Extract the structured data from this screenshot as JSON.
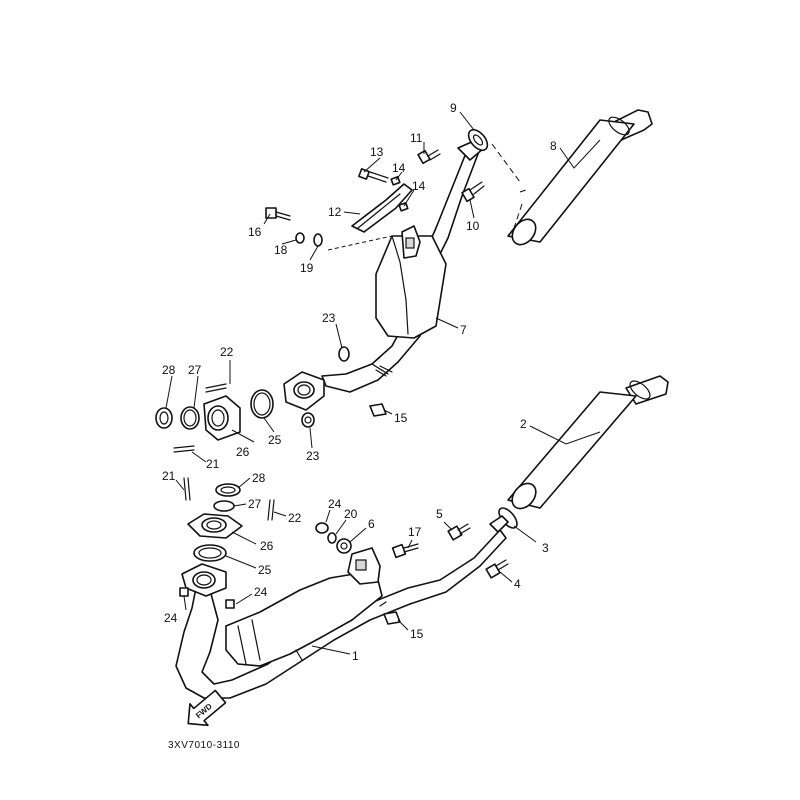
{
  "labels": {
    "p1": "1",
    "p2": "2",
    "p3": "3",
    "p4": "4",
    "p5": "5",
    "p6": "6",
    "p7": "7",
    "p8": "8",
    "p9": "9",
    "p10": "10",
    "p11": "11",
    "p12": "12",
    "p13": "13",
    "p14a": "14",
    "p14b": "14",
    "p15a": "15",
    "p15b": "15",
    "p16": "16",
    "p17": "17",
    "p18": "18",
    "p19": "19",
    "p20": "20",
    "p21a": "21",
    "p21b": "21",
    "p22a": "22",
    "p22b": "22",
    "p23a": "23",
    "p23b": "23",
    "p24a": "24",
    "p24b": "24",
    "p24c": "24",
    "p25a": "25",
    "p25b": "25",
    "p26a": "26",
    "p26b": "26",
    "p27a": "27",
    "p27b": "27",
    "p28a": "28",
    "p28b": "28"
  },
  "fwd_marker": "FWD",
  "diagram_code": "3XV7010-3110"
}
